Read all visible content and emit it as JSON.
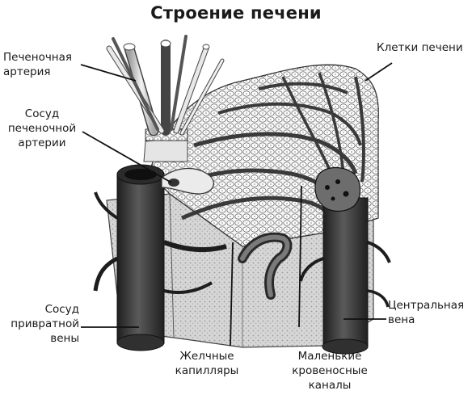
{
  "title": "Строение печени",
  "labels": {
    "hepatic_artery": "Печеночная\nартерия",
    "artery_vessel": "Сосуд\nпеченочной\nартерии",
    "portal_vein_vessel": "Сосуд\nпривратной\nвены",
    "bile_capillaries": "Желчные\nкапилляры",
    "small_blood_channels": "Маленькие\nкровеносные\nканалы",
    "central_vein": "Центральная\nвена",
    "liver_cells": "Клетки печени"
  }
}
